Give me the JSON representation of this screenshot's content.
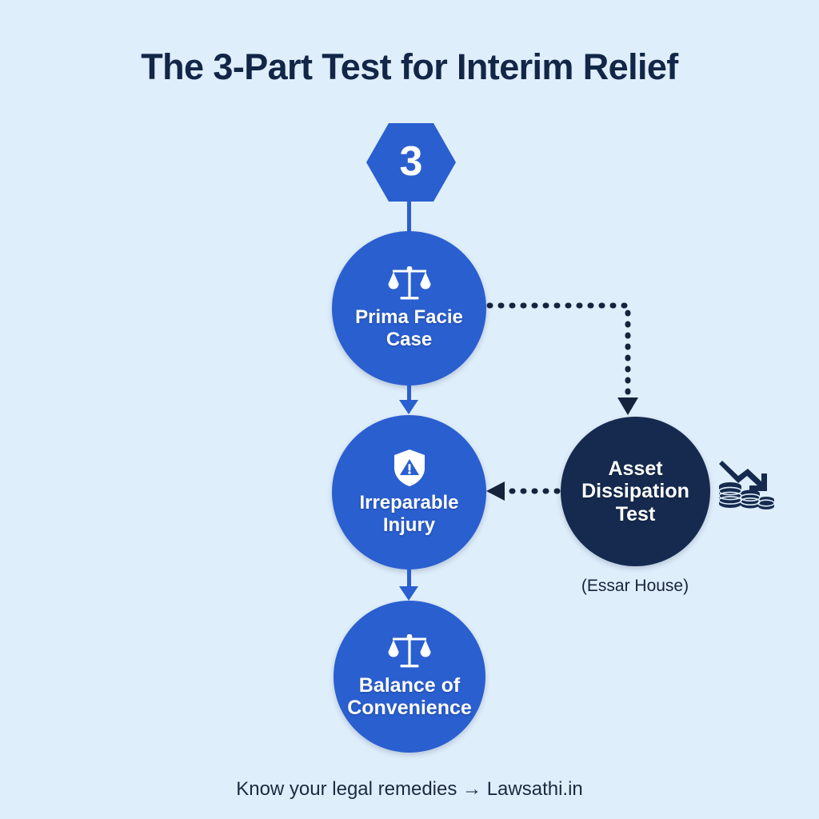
{
  "page": {
    "title": "The 3-Part Test for Interim Relief",
    "background_color": "#dfeefb",
    "accent_blue": "#2a5fd0",
    "accent_dark": "#152a4e",
    "text_dark": "#122647"
  },
  "badge": {
    "number": "3",
    "icon": "hexagon-badge-icon"
  },
  "nodes": {
    "prima_facie": {
      "label": "Prima Facie\nCase",
      "line1": "Prima Facie",
      "line2": "Case",
      "icon": "scales-of-justice-icon",
      "color": "#2a5fd0"
    },
    "irreparable_injury": {
      "label": "Irreparable\nInjury",
      "line1": "Irreparable",
      "line2": "Injury",
      "icon": "shield-warning-icon",
      "color": "#2a5fd0"
    },
    "balance_of_convenience": {
      "label": "Balance of\nConvenience",
      "line1": "Balance of",
      "line2": "Convenience",
      "icon": "scales-of-justice-icon",
      "color": "#2a5fd0"
    },
    "asset_dissipation": {
      "line1": "Asset",
      "line2": "Dissipation",
      "line3": "Test",
      "caption": "(Essar House)",
      "icon": "declining-coins-icon",
      "color": "#152a4e"
    }
  },
  "connectors": {
    "badge_to_prima": "solid-line",
    "prima_to_injury": "solid-down-arrow",
    "injury_to_balance": "solid-down-arrow",
    "prima_to_asset": "dotted-elbow-arrow",
    "asset_to_injury": "dotted-left-arrow",
    "dot_color": "#16233d"
  },
  "footer": {
    "text": "Know your legal remedies → Lawsathi.in"
  }
}
